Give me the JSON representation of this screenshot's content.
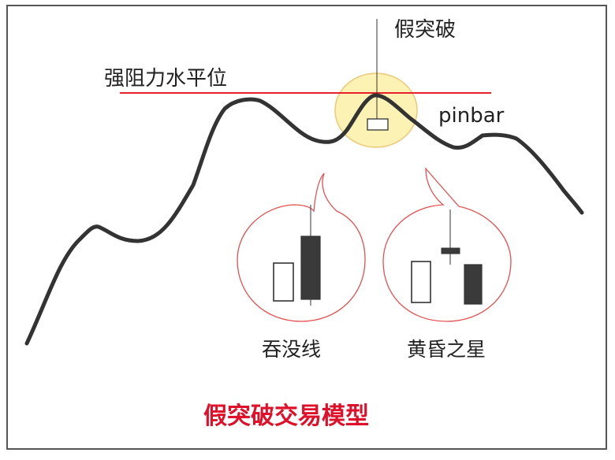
{
  "labels": {
    "resistance": "强阻力水平位",
    "false_break": "假突破",
    "pinbar": "pinbar",
    "engulfing": "吞没线",
    "evening_star": "黄昏之星",
    "title": "假突破交易模型"
  },
  "colors": {
    "resistance_line": "#e8202a",
    "bubble_border": "#e65050",
    "highlight_fill": "#fbf0a8",
    "highlight_stroke": "#e8c060",
    "price_line": "#333333",
    "candle_bear": "#3a3a3a",
    "title": "#e0102a"
  }
}
